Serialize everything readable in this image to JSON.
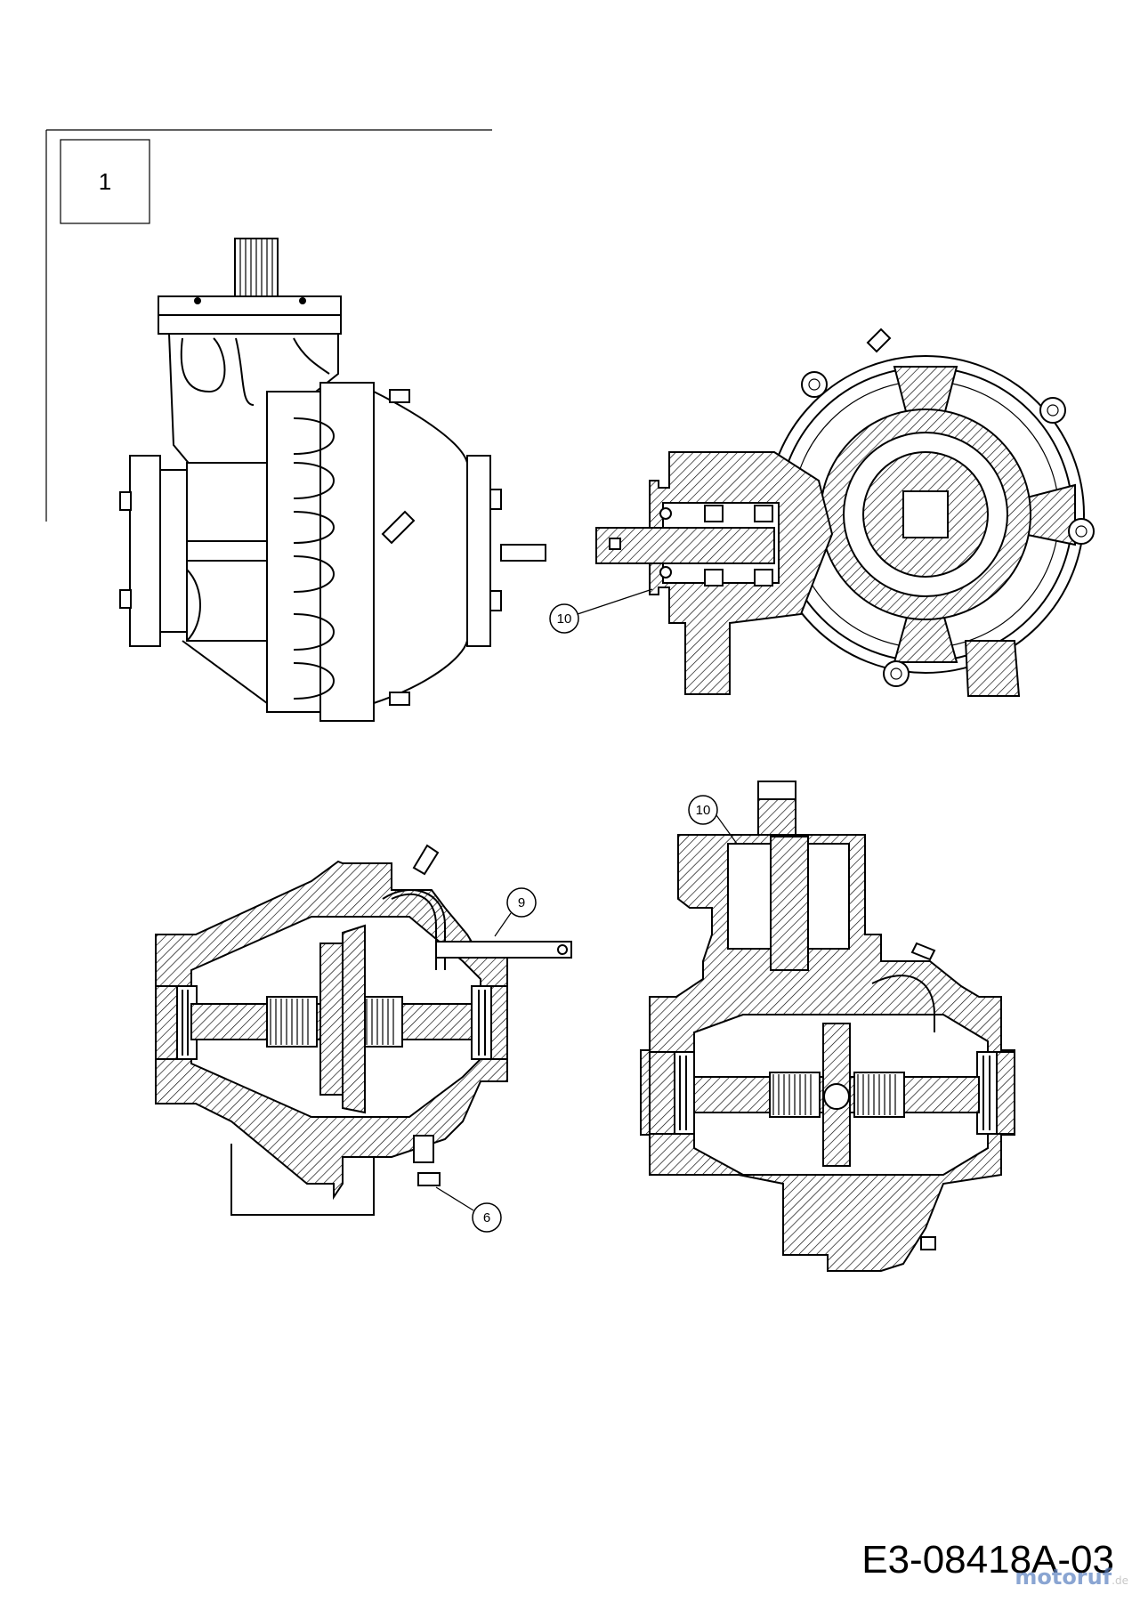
{
  "sheet": {
    "panel_label": "1",
    "drawing_number": "E3-08418A-03"
  },
  "callouts": [
    {
      "id": "callout-10-top-right",
      "label": "10"
    },
    {
      "id": "callout-10-bottom-right",
      "label": "10"
    },
    {
      "id": "callout-9",
      "label": "9"
    },
    {
      "id": "callout-6",
      "label": "6"
    }
  ],
  "watermark": {
    "main": "motoruf",
    "tld": ".de"
  },
  "colors": {
    "ink": "#000000",
    "paper": "#ffffff",
    "watermark": "#5a7fbf"
  }
}
